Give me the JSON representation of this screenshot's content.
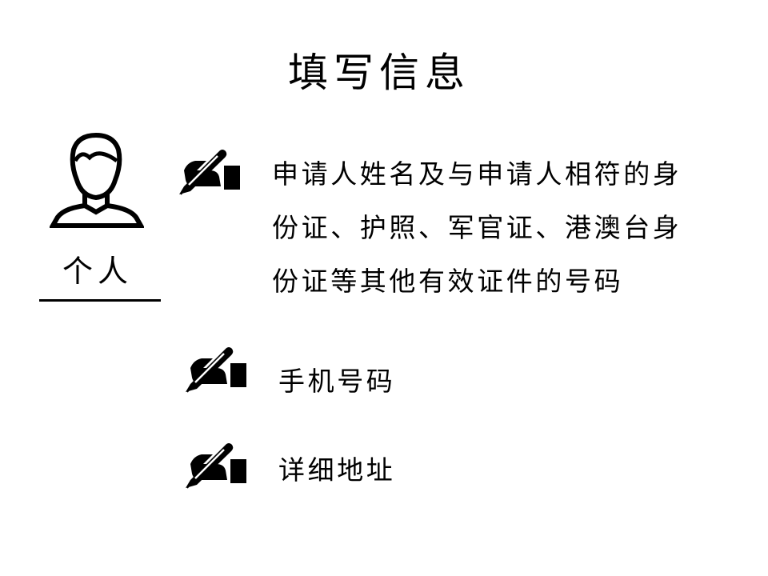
{
  "title": "填写信息",
  "role": "个人",
  "items": [
    {
      "lines": [
        "申请人姓名及与申请人相符的身",
        "份证、护照、军官证、港澳台身",
        "份证等其他有效证件的号码"
      ]
    },
    {
      "lines": [
        "手机号码"
      ]
    },
    {
      "lines": [
        "详细地址"
      ]
    }
  ]
}
